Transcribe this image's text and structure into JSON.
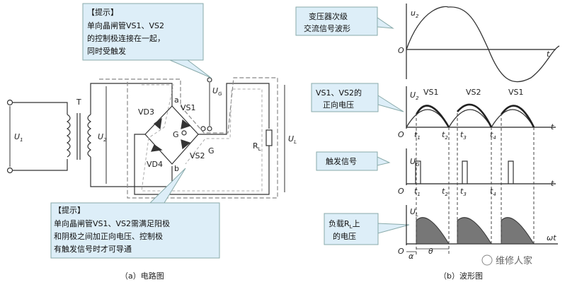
{
  "callouts": {
    "top": {
      "title": "【提示】",
      "lines": [
        "单向晶闸管VS1、VS2",
        "的控制极连接在一起，",
        "同时受触发"
      ]
    },
    "bottom": {
      "title": "【提示】",
      "lines": [
        "单向晶闸管VS1、VS2需满足阳极",
        "和阴极之间加正向电压、控制极",
        "有触发信号时才可导通"
      ]
    }
  },
  "circuit_labels": {
    "u1": "U",
    "u1_sub": "1",
    "transformer": "T",
    "u2": "U",
    "u2_sub": "2",
    "vd3": "VD3",
    "vd4": "VD4",
    "vs1": "VS1",
    "vs2": "VS2",
    "node_a": "a",
    "node_b": "b",
    "g1": "G",
    "g2": "G",
    "ug": "U",
    "ug_sub": "G",
    "rl": "R",
    "rl_sub": "L",
    "ul": "U",
    "ul_sub": "L"
  },
  "wave_boxes": {
    "b1": [
      "变压器次级",
      "交流信号波形"
    ],
    "b2": [
      "VS1、VS2的",
      "正向电压"
    ],
    "b3": [
      "触发信号"
    ],
    "b4_l1": "负载R",
    "b4_sub": "L",
    "b4_l1_tail": "上",
    "b4_l2": "的电压"
  },
  "waveforms": {
    "axis_origin": "O",
    "t_axis": "t",
    "wt_axis": "ωt",
    "u2_lbl": "u",
    "u2_sub": "2",
    "U2_lbl": "U",
    "U2_sub": "2",
    "UG_lbl": "U",
    "UG_sub": "G",
    "UL_lbl": "U",
    "UL_sub": "L",
    "half_labels": [
      "VS1",
      "VS2",
      "VS1"
    ],
    "t_labels": [
      "t",
      "t",
      "t",
      "t"
    ],
    "t_subs": [
      "1",
      "2",
      "3",
      "4"
    ],
    "alpha": "α",
    "theta": "θ"
  },
  "captions": {
    "a": "（a）电路图",
    "b": "（b）波形图"
  },
  "watermark": "维修人家"
}
